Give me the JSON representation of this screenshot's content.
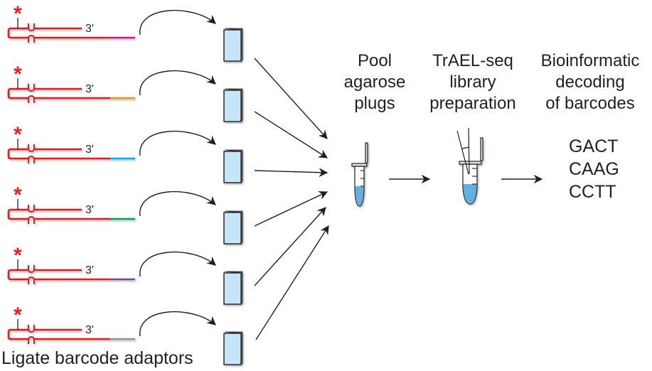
{
  "colors": {
    "adaptor": "#e31e24",
    "arrow": "#231f20",
    "plug_fill": "#c6e6f8",
    "liquid": "#62b0e2",
    "shadow": "#c9c9c9"
  },
  "adaptors": [
    {
      "three_prime": "3'",
      "tail_color": "#e0118c"
    },
    {
      "three_prime": "3'",
      "tail_color": "#f7941d"
    },
    {
      "three_prime": "3'",
      "tail_color": "#00aeef"
    },
    {
      "three_prime": "3'",
      "tail_color": "#00a651"
    },
    {
      "three_prime": "3'",
      "tail_color": "#7f3f98"
    },
    {
      "three_prime": "3'",
      "tail_color": "#8f8fa8"
    }
  ],
  "modification_mark": "*",
  "bottom_label": "Ligate barcode adaptors",
  "steps": [
    {
      "lines": [
        "Pool",
        "agarose",
        "plugs"
      ]
    },
    {
      "lines": [
        "TrAEL-seq",
        "library",
        "preparation"
      ]
    },
    {
      "lines": [
        "Bioinformatic",
        "decoding",
        "of barcodes"
      ]
    }
  ],
  "barcodes": [
    {
      "seq": "GACT",
      "color": "#cc66a8"
    },
    {
      "seq": "CAAG",
      "color": "#e8413c"
    },
    {
      "seq": "CCTT",
      "color": "#1cb0e6"
    }
  ]
}
